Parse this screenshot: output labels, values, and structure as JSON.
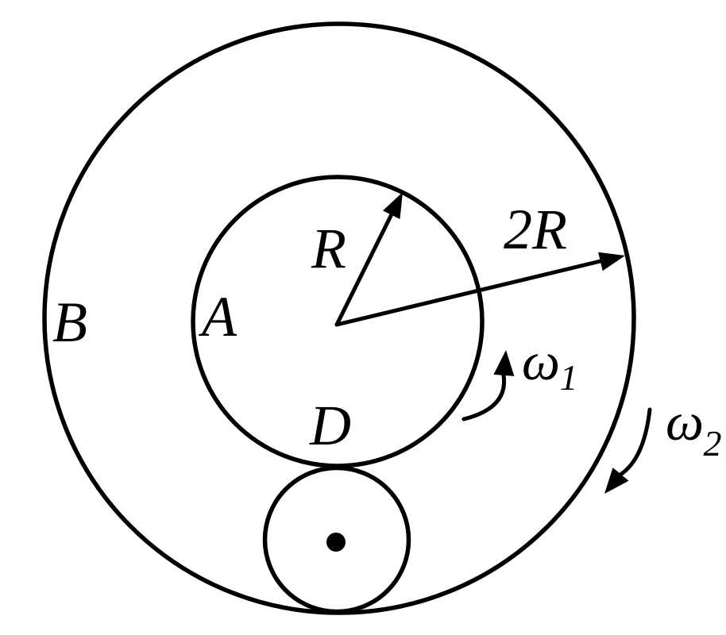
{
  "figure": {
    "kind": "physics-rotation-diagram",
    "colors": {
      "ink": "#000000",
      "background": "#ffffff"
    },
    "labels": {
      "outer_ring": "B",
      "inner_disc": "A",
      "small_disc": "D",
      "inner_radius": "R",
      "outer_radius": "2R",
      "omega1": {
        "base": "ω",
        "sub": "1"
      },
      "omega2": {
        "base": "ω",
        "sub": "2"
      }
    }
  }
}
